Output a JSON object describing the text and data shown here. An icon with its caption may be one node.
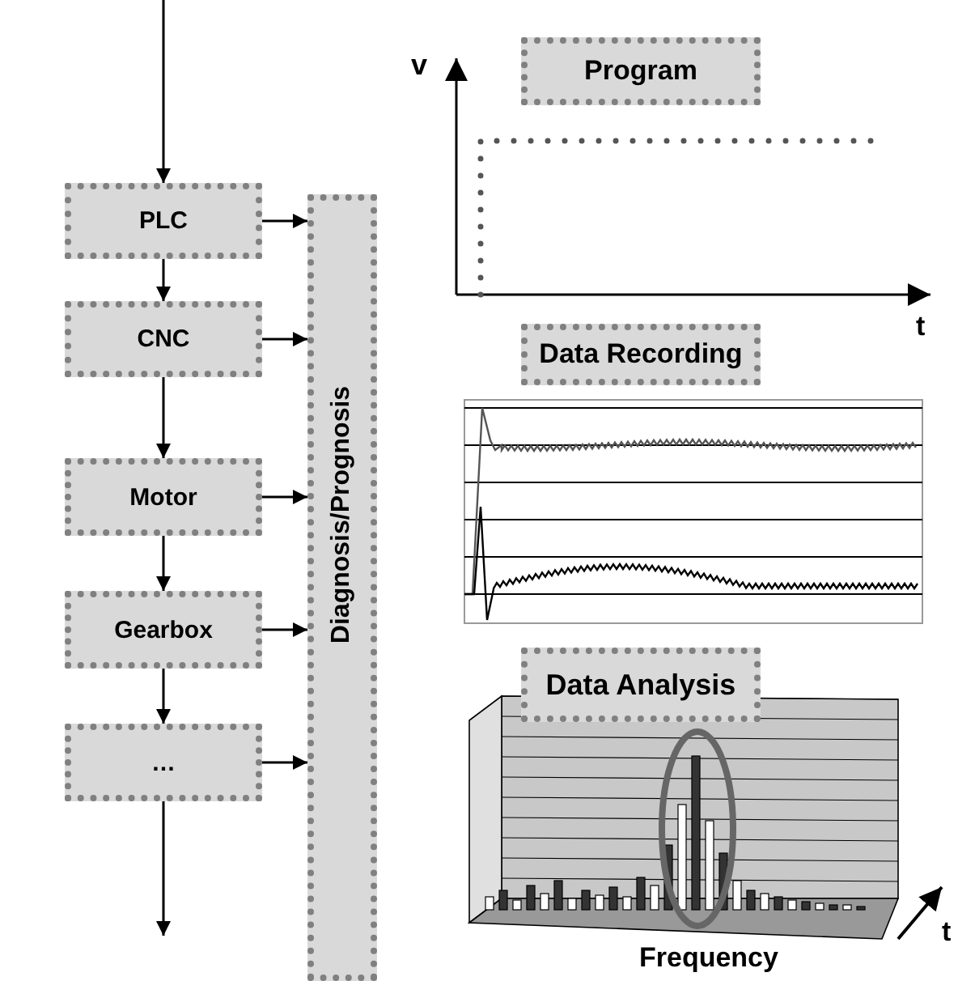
{
  "diagram": {
    "nodes": [
      {
        "text": [
          "PLC"
        ]
      },
      {
        "text": [
          "CNC"
        ]
      },
      {
        "text": [
          "Motor"
        ]
      },
      {
        "text": [
          "Gearbox"
        ]
      },
      {
        "text": [
          "…"
        ]
      },
      {
        "text": [
          "Diagnosis/Prognosis"
        ]
      },
      {
        "text": [
          "Program"
        ]
      },
      {
        "text": [
          "Data Recording"
        ]
      },
      {
        "text": [
          "Data Analysis"
        ]
      }
    ],
    "edges": [
      {
        "from": null,
        "to": 0,
        "arrow": "to"
      },
      {
        "from": 0,
        "to": 1,
        "arrow": "to"
      },
      {
        "from": 1,
        "to": 2,
        "arrow": "to"
      },
      {
        "from": 2,
        "to": 3,
        "arrow": "to"
      },
      {
        "from": 3,
        "to": 4,
        "arrow": "to"
      },
      {
        "from": 4,
        "to": null,
        "arrow": "to"
      },
      {
        "from": 0,
        "to": 5,
        "arrow": "to"
      },
      {
        "from": 1,
        "to": 5,
        "arrow": "to"
      },
      {
        "from": 2,
        "to": 5,
        "arrow": "to"
      },
      {
        "from": 3,
        "to": 5,
        "arrow": "to"
      },
      {
        "from": 4,
        "to": 5,
        "arrow": "to"
      }
    ],
    "labels": [
      "v",
      "t",
      "t",
      "Frequency"
    ]
  }
}
